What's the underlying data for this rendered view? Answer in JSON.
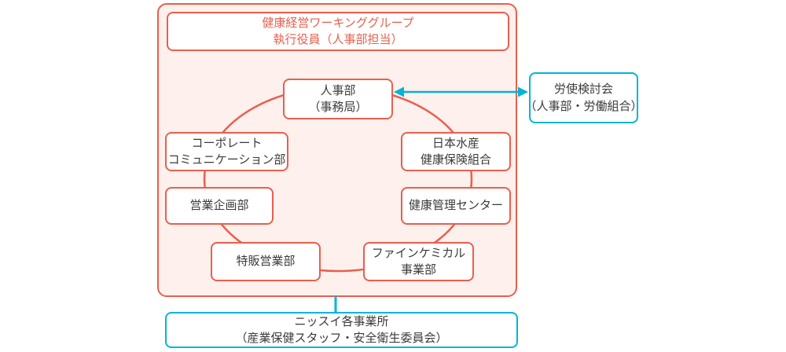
{
  "colors": {
    "red": "#e95f4d",
    "pink_bg": "#fdf0ed",
    "cyan": "#00b6d7",
    "text": "#3b3b3b",
    "box_bg": "#ffffff",
    "page_bg": "#ffffff"
  },
  "working_group": {
    "title_line1": "健康経営ワーキンググループ",
    "title_line2": "執行役員（人事部担当）"
  },
  "nodes": {
    "hr": {
      "line1": "人事部",
      "line2": "（事務局）"
    },
    "corp_comm": {
      "line1": "コーポレート",
      "line2": "コミュニケーション部"
    },
    "nissui_kenpo": {
      "line1": "日本水産",
      "line2": "健康保険組合"
    },
    "sales_planning": {
      "line1": "営業企画部"
    },
    "health_center": {
      "line1": "健康管理センター"
    },
    "special_sales": {
      "line1": "特販営業部"
    },
    "fine_chemical": {
      "line1": "ファインケミカル",
      "line2": "事業部"
    }
  },
  "external": {
    "labor_committee": {
      "line1": "労使検討会",
      "line2": "（人事部・労働組合）"
    },
    "nissui_offices": {
      "line1": "ニッスイ各事業所",
      "line2": "（産業保健スタッフ・安全衛生委員会）"
    }
  }
}
